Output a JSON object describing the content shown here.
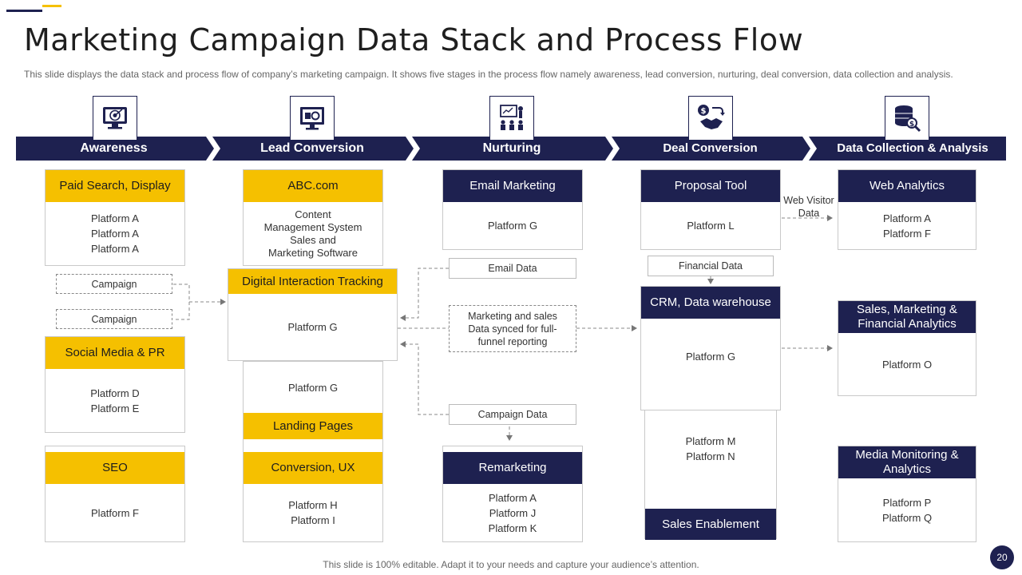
{
  "title": "Marketing Campaign Data Stack and Process Flow",
  "subtitle": "This slide displays the data stack and process flow of company’s marketing campaign. It shows five stages in the process flow namely awareness, lead conversion, nurturing, deal conversion, data collection and analysis.",
  "colors": {
    "navy": "#1e2150",
    "yellow": "#f5c000"
  },
  "stages": [
    {
      "label": "Awareness",
      "icon": "target-monitor-icon"
    },
    {
      "label": "Lead Conversion",
      "icon": "presentation-screen-icon"
    },
    {
      "label": "Nurturing",
      "icon": "audience-presentation-icon"
    },
    {
      "label": "Deal Conversion",
      "icon": "money-handshake-icon"
    },
    {
      "label": "Data Collection & Analysis",
      "icon": "database-search-icon"
    }
  ],
  "awareness": {
    "paid": {
      "header": "Paid Search, Display",
      "lines": [
        "Platform A",
        "Platform A",
        "Platform A"
      ]
    },
    "campaign1": "Campaign",
    "campaign2": "Campaign",
    "social": {
      "header": "Social Media & PR",
      "lines": [
        "Platform D",
        "Platform E"
      ]
    },
    "seo": {
      "header": "SEO",
      "lines": [
        "Platform F"
      ]
    }
  },
  "lead": {
    "abc": {
      "header": "ABC.com",
      "lines": [
        "Content",
        "Management System",
        "Sales and",
        "Marketing Software"
      ]
    },
    "dit": {
      "header": "Digital Interaction Tracking",
      "lines": [
        "Platform G"
      ]
    },
    "landing": {
      "header": "Landing Pages",
      "lines": [
        "Platform G"
      ]
    },
    "conversion": {
      "header": "Conversion, UX",
      "lines": [
        "Platform H",
        "Platform I"
      ]
    }
  },
  "nurturing": {
    "email": {
      "header": "Email Marketing",
      "lines": [
        "Platform G"
      ]
    },
    "email_data": "Email Data",
    "sync": "Marketing and sales Data synced for full-funnel reporting",
    "campaign_data": "Campaign Data",
    "remarketing": {
      "header": "Remarketing",
      "lines": [
        "Platform A",
        "Platform J",
        "Platform K"
      ]
    }
  },
  "deal": {
    "proposal": {
      "header": "Proposal Tool",
      "lines": [
        "Platform L"
      ]
    },
    "web_visitor": "Web Visitor Data",
    "financial_data": "Financial Data",
    "crm": {
      "header": "CRM, Data warehouse",
      "lines": [
        "Platform G"
      ]
    },
    "mn": [
      "Platform M",
      "Platform N"
    ],
    "sales_enablement": "Sales Enablement"
  },
  "data": {
    "web": {
      "header": "Web Analytics",
      "lines": [
        "Platform A",
        "Platform F"
      ]
    },
    "sales": {
      "header": "Sales, Marketing & Financial Analytics",
      "lines": [
        "Platform O"
      ]
    },
    "media": {
      "header": "Media Monitoring & Analytics",
      "lines": [
        "Platform P",
        "Platform Q"
      ]
    }
  },
  "footer": "This slide is 100% editable. Adapt it to your needs and capture your audience’s attention.",
  "page_number": "20"
}
